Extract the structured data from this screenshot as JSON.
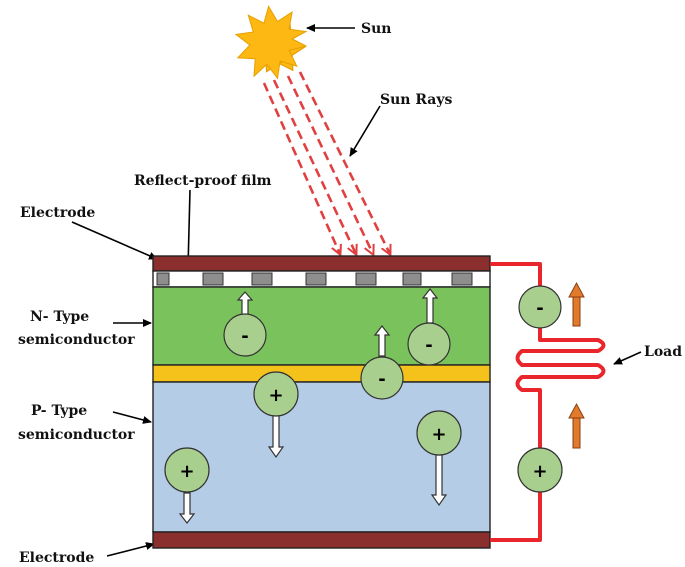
{
  "labels": {
    "sun": "Sun",
    "sun_rays": "Sun Rays",
    "reflect_proof_film": "Reflect-proof film",
    "electrode_top": "Electrode",
    "n_type_line1": "N- Type",
    "n_type_line2": "semiconductor",
    "p_type_line1": "P- Type",
    "p_type_line2": "semiconductor",
    "load": "Load",
    "electrode_bottom": "Electrode"
  },
  "carriers": {
    "electron_sign": "-",
    "hole_sign": "+"
  },
  "colors": {
    "sun": "#FDB813",
    "sun_rays": "#E0403F",
    "electrode": "#8B2E2E",
    "n_type": "#7AC25B",
    "junction": "#F5C21B",
    "p_type": "#B4CCE6",
    "film_block": "#8E8E8E",
    "circuit_wire": "#E8262C",
    "carrier_fill": "#A8CF8E",
    "current_arrow": "#E27A2C"
  }
}
